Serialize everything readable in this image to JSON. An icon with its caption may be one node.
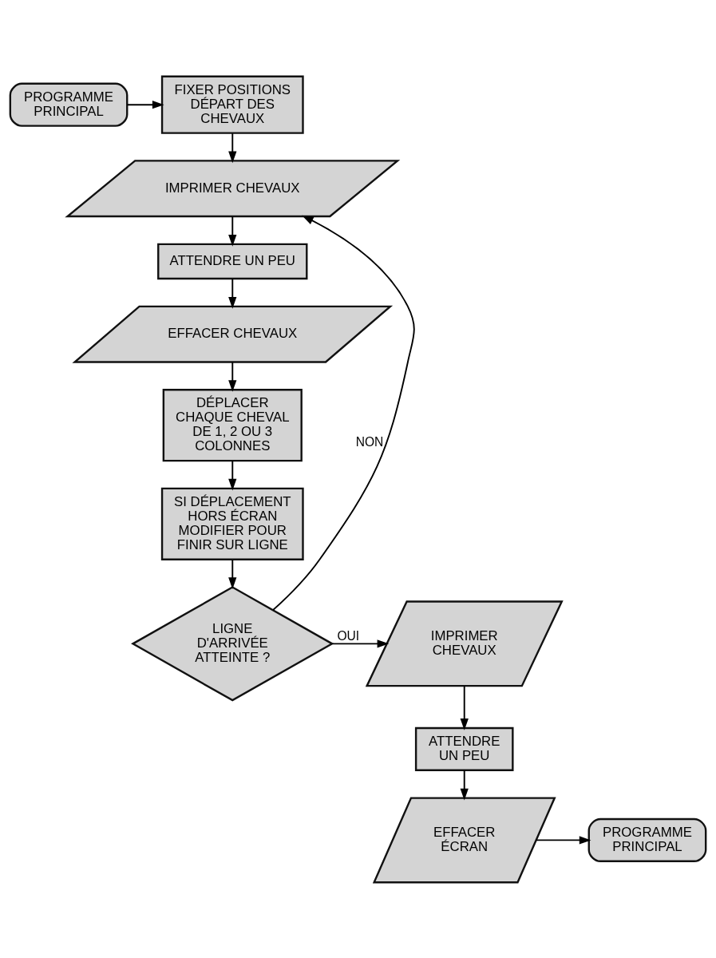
{
  "diagram": {
    "nodes": [
      {
        "text": [
          "PROGRAMME PRINCIPAL"
        ]
      },
      {
        "text": [
          "FIXER POSITIONS DÉPART DES CHEVAUX"
        ]
      },
      {
        "text": [
          "IMPRIMER CHEVAUX"
        ]
      },
      {
        "text": [
          "ATTENDRE UN PEU"
        ]
      },
      {
        "text": [
          "EFFACER CHEVAUX"
        ]
      },
      {
        "text": [
          "DÉPLACER CHAQUE CHEVAL DE 1, 2 OU 3 COLONNES"
        ]
      },
      {
        "text": [
          "SI DÉPLACEMENT HORS ÉCRAN MODIFIER POUR FINIR SUR LIGNE"
        ]
      },
      {
        "text": [
          "LIGNE D'ARRIVÉE ATTEINTE ?"
        ]
      },
      {
        "text": [
          "IMPRIMER CHEVAUX"
        ]
      },
      {
        "text": [
          "ATTENDRE UN PEU"
        ]
      },
      {
        "text": [
          "EFFACER ÉCRAN"
        ]
      },
      {
        "text": [
          "PROGRAMME PRINCIPAL"
        ]
      }
    ],
    "edges": [
      {
        "from": 0,
        "to": 1,
        "arrow": "to"
      },
      {
        "from": 1,
        "to": 2,
        "arrow": "to"
      },
      {
        "from": 2,
        "to": 3,
        "arrow": "to"
      },
      {
        "from": 3,
        "to": 4,
        "arrow": "to"
      },
      {
        "from": 4,
        "to": 5,
        "arrow": "to"
      },
      {
        "from": 5,
        "to": 6,
        "arrow": "to"
      },
      {
        "from": 6,
        "to": 7,
        "arrow": "to"
      },
      {
        "from": 7,
        "to": 2,
        "arrow": "to",
        "label": "NON"
      },
      {
        "from": 7,
        "to": 8,
        "arrow": "to",
        "label": "OUI"
      },
      {
        "from": 8,
        "to": 9,
        "arrow": "to"
      },
      {
        "from": 9,
        "to": 10,
        "arrow": "to"
      },
      {
        "from": 10,
        "to": 11,
        "arrow": "to"
      }
    ]
  }
}
